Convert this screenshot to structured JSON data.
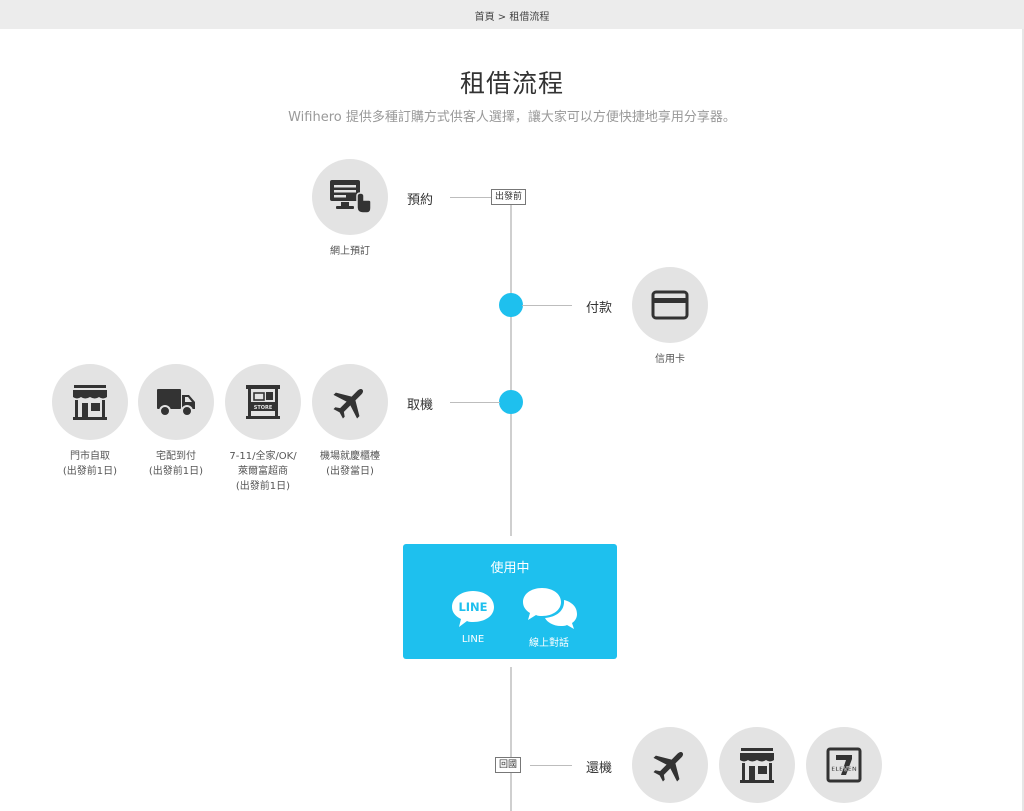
{
  "breadcrumb": {
    "home": "首頁",
    "separator": ">",
    "current": "租借流程"
  },
  "page": {
    "title": "租借流程",
    "subtitle": "Wifihero 提供多種訂購方式供客人選擇，讓大家可以方便快捷地享用分享器。"
  },
  "timeline": {
    "reserve": {
      "label": "預約",
      "tag": "出發前",
      "options": [
        {
          "icon": "computer-icon",
          "caption": "網上預訂"
        }
      ]
    },
    "payment": {
      "label": "付款",
      "options": [
        {
          "icon": "credit-card-icon",
          "caption": "信用卡"
        }
      ]
    },
    "pickup": {
      "label": "取機",
      "options": [
        {
          "icon": "store-icon",
          "caption_line1": "門市自取",
          "caption_line2": "(出發前1日)"
        },
        {
          "icon": "truck-icon",
          "caption_line1": "宅配到付",
          "caption_line2": "(出發前1日)"
        },
        {
          "icon": "convenience-store-icon",
          "caption_line1": "7-11/全家/OK/",
          "caption_line2": "萊爾富超商",
          "caption_line3": "(出發前1日)"
        },
        {
          "icon": "airplane-icon",
          "caption_line1": "機場就慶櫃檯",
          "caption_line2": "(出發當日)"
        }
      ]
    },
    "in_use": {
      "title": "使用中",
      "channels": [
        {
          "icon": "line-icon",
          "icon_text": "LINE",
          "label": "LINE"
        },
        {
          "icon": "chat-bubbles-icon",
          "label": "線上對話"
        }
      ]
    },
    "return": {
      "label": "還機",
      "tag": "回國",
      "options": [
        {
          "icon": "airplane-icon"
        },
        {
          "icon": "store-icon"
        },
        {
          "icon": "seven-eleven-icon",
          "icon_text": "ELEVEN"
        }
      ]
    }
  },
  "colors": {
    "accent": "#1ec0ee",
    "circle_bg": "#e3e3e3",
    "icon_dark": "#333333",
    "breadcrumb_bg": "#ececec"
  }
}
